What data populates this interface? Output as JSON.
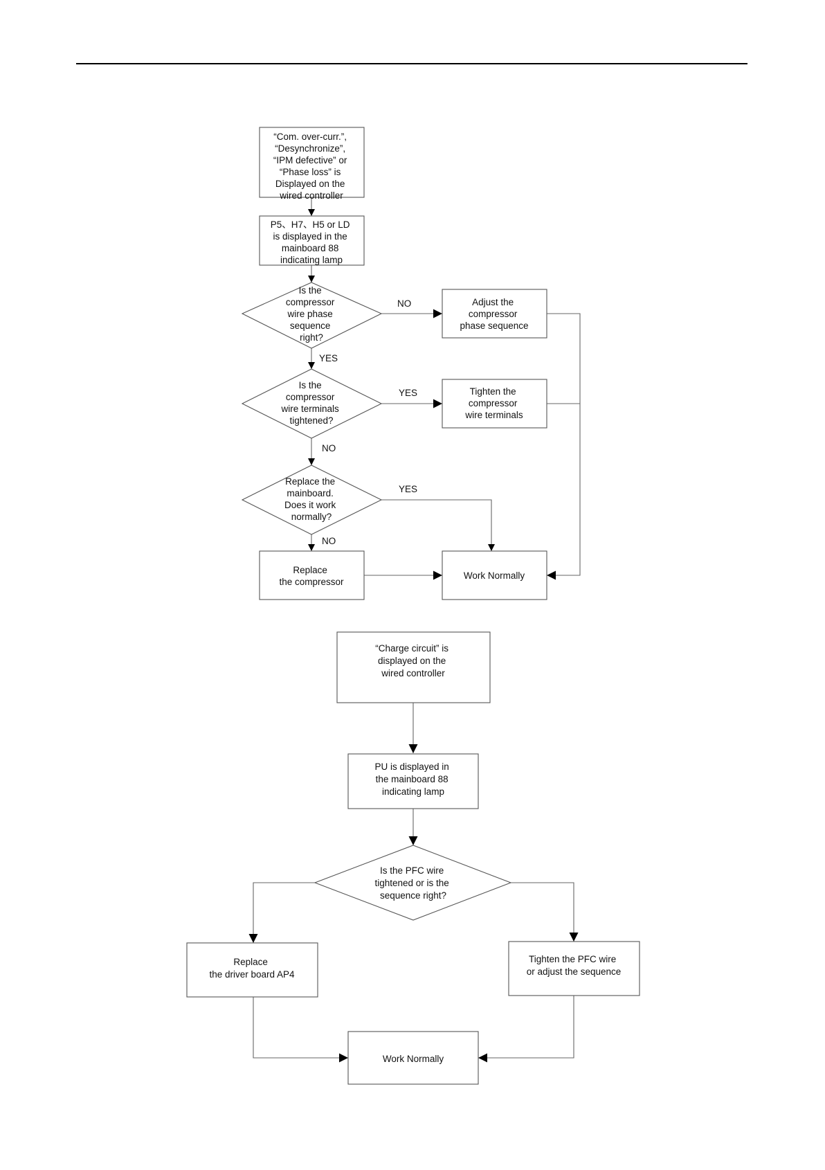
{
  "flow1": {
    "start": [
      "“Com. over-curr.”,",
      "“Desynchronize”,",
      "“IPM defective” or",
      "“Phase loss” is",
      "Displayed on the",
      "wired controller"
    ],
    "code": [
      "P5、H7、H5 or LD",
      "is displayed in the",
      "mainboard 88",
      "indicating lamp"
    ],
    "q_phase": [
      "Is the",
      "compressor",
      "wire phase",
      "sequence",
      "right?"
    ],
    "adjust": [
      "Adjust the",
      "compressor",
      "phase sequence"
    ],
    "q_terminals": [
      "Is the",
      "compressor",
      "wire terminals",
      "tightened?"
    ],
    "tighten": [
      "Tighten the",
      "compressor",
      "wire terminals"
    ],
    "q_mainboard": [
      "Replace the",
      "mainboard.",
      "Does it work",
      "normally?"
    ],
    "replace_comp": [
      "Replace",
      "the compressor"
    ],
    "work": [
      "Work Normally"
    ],
    "labels": {
      "no1": "NO",
      "yes1": "YES",
      "yes2": "YES",
      "no2": "NO",
      "yes3": "YES",
      "no3": "NO"
    }
  },
  "flow2": {
    "start": [
      "“Charge circuit” is",
      "displayed on the",
      "wired controller"
    ],
    "code": [
      "PU is displayed in",
      "the mainboard 88",
      "indicating lamp"
    ],
    "q_pfc": [
      "Is the PFC wire",
      "tightened or is the",
      "sequence right?"
    ],
    "replace_driver": [
      "Replace",
      "the driver board AP4"
    ],
    "tighten_pfc": [
      "Tighten the PFC wire",
      "or adjust the sequence"
    ],
    "work": [
      "Work Normally"
    ]
  }
}
